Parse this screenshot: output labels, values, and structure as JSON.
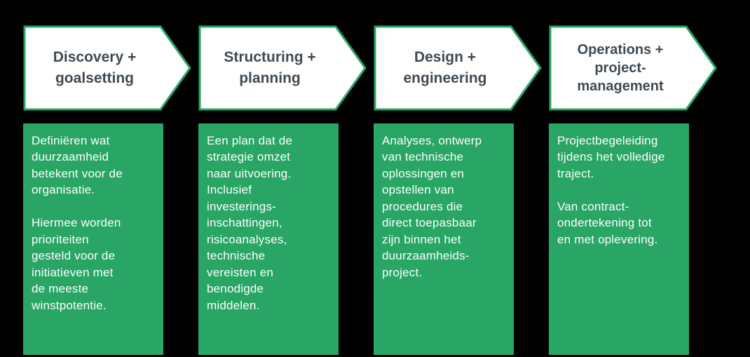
{
  "colors": {
    "accent_green": "#29A566",
    "arrow_fill": "#FFFFFF",
    "title_text": "#3F4A52",
    "description_text": "#FFFFFF",
    "background": "#000000"
  },
  "steps": [
    {
      "title": "Discovery +\ngoalsetting",
      "description": "Definiëren wat\nduurzaamheid\nbetekent voor de\norganisatie.\n\nHiermee worden\nprioriteiten\ngesteld voor de\ninitiatieven met\nde meeste\nwinstpotentie."
    },
    {
      "title": "Structuring +\nplanning",
      "description": "Een plan dat de\nstrategie omzet\nnaar uitvoering.\nInclusief\ninvesterings-\ninschattingen,\nrisicoanalyses,\ntechnische\nvereisten en\nbenodigde\nmiddelen."
    },
    {
      "title": "Design +\nengineering",
      "description": "Analyses, ontwerp\nvan technische\noplossingen en\nopstellen van\nprocedures die\ndirect toepasbaar\nzijn binnen het\nduurzaamheids-\nproject."
    },
    {
      "title": "Operations +\nproject-\nmanagement",
      "description": "Projectbegeleiding\ntijdens het volledige\ntraject.\n\nVan contract-\nondertekening tot\nen met oplevering."
    }
  ]
}
